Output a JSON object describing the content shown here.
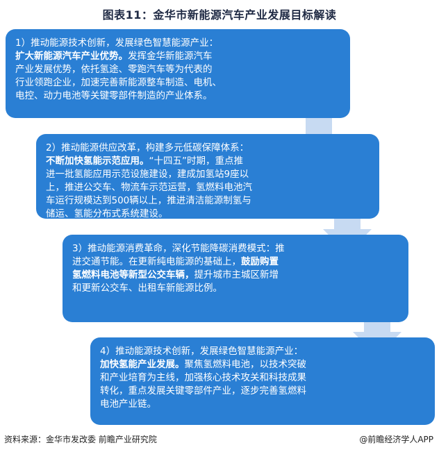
{
  "title": "图表11：金华市新能源汽车产业发展目标解读",
  "boxes": [
    {
      "lines": [
        {
          "parts": [
            {
              "t": "1）推动能源技术创新，发展绿色智慧能源产业："
            }
          ]
        },
        {
          "parts": [
            {
              "t": "扩大新能源汽车产业优势。",
              "b": true
            },
            {
              "t": "发挥金华新能源汽车"
            }
          ]
        },
        {
          "parts": [
            {
              "t": "产业发展优势，依托氢途、零跑汽车等为代表的"
            }
          ]
        },
        {
          "parts": [
            {
              "t": "行业领跑企业，加速完善新能源整车制造、电机、"
            }
          ]
        },
        {
          "parts": [
            {
              "t": "电控、动力电池等关键零部件制造的产业体系。"
            }
          ]
        }
      ]
    },
    {
      "lines": [
        {
          "parts": [
            {
              "t": "2）推动能源供应改革，构建多元低碳保障体系："
            }
          ]
        },
        {
          "parts": [
            {
              "t": "不断加快氢能示范应用。",
              "b": true
            },
            {
              "t": "“十四五”时期，重点推"
            }
          ]
        },
        {
          "parts": [
            {
              "t": "进一批氢能应用示范设施建设，建成加氢站9座以"
            }
          ]
        },
        {
          "parts": [
            {
              "t": "上，推进公交车、物流车示范运营，氢燃料电池汽"
            }
          ]
        },
        {
          "parts": [
            {
              "t": "车运行规模达到500辆以上，推进清洁能源制氢与"
            }
          ]
        },
        {
          "parts": [
            {
              "t": "储运、氢能分布式系统建设。"
            }
          ]
        }
      ]
    },
    {
      "lines": [
        {
          "parts": [
            {
              "t": "3）推动能源消费革命，深化节能降碳消费模式：推"
            }
          ]
        },
        {
          "parts": [
            {
              "t": "进交通节能。在更新纯电能源的基础上，"
            },
            {
              "t": "鼓励购置",
              "b": true
            }
          ]
        },
        {
          "parts": [
            {
              "t": "氢燃料电池等新型公交车辆，",
              "b": true
            },
            {
              "t": "提升城市主城区新增"
            }
          ]
        },
        {
          "parts": [
            {
              "t": "和更新公交车、出租车新能源比例。"
            }
          ]
        }
      ]
    },
    {
      "lines": [
        {
          "parts": [
            {
              "t": "4）推动能源技术创新，发展绿色智慧能源产业："
            }
          ]
        },
        {
          "parts": [
            {
              "t": "加快氢能产业发展。",
              "b": true
            },
            {
              "t": "聚焦氢燃料电池，以技术突破"
            }
          ]
        },
        {
          "parts": [
            {
              "t": "和产业培育为主线，加强核心技术攻关和科技成果"
            }
          ]
        },
        {
          "parts": [
            {
              "t": "转化，重点发展关键零部件产业，逐步完善氢燃料"
            }
          ]
        },
        {
          "parts": [
            {
              "t": "电池产业链。"
            }
          ]
        }
      ]
    }
  ],
  "footer": {
    "source": "资料来源：金华市发改委 前瞻产业研究院",
    "brand": "@前瞻经济学人APP"
  },
  "colors": {
    "box": "#2a7fd4",
    "arrow": "#c7daf2",
    "title": "#1f2a44"
  }
}
